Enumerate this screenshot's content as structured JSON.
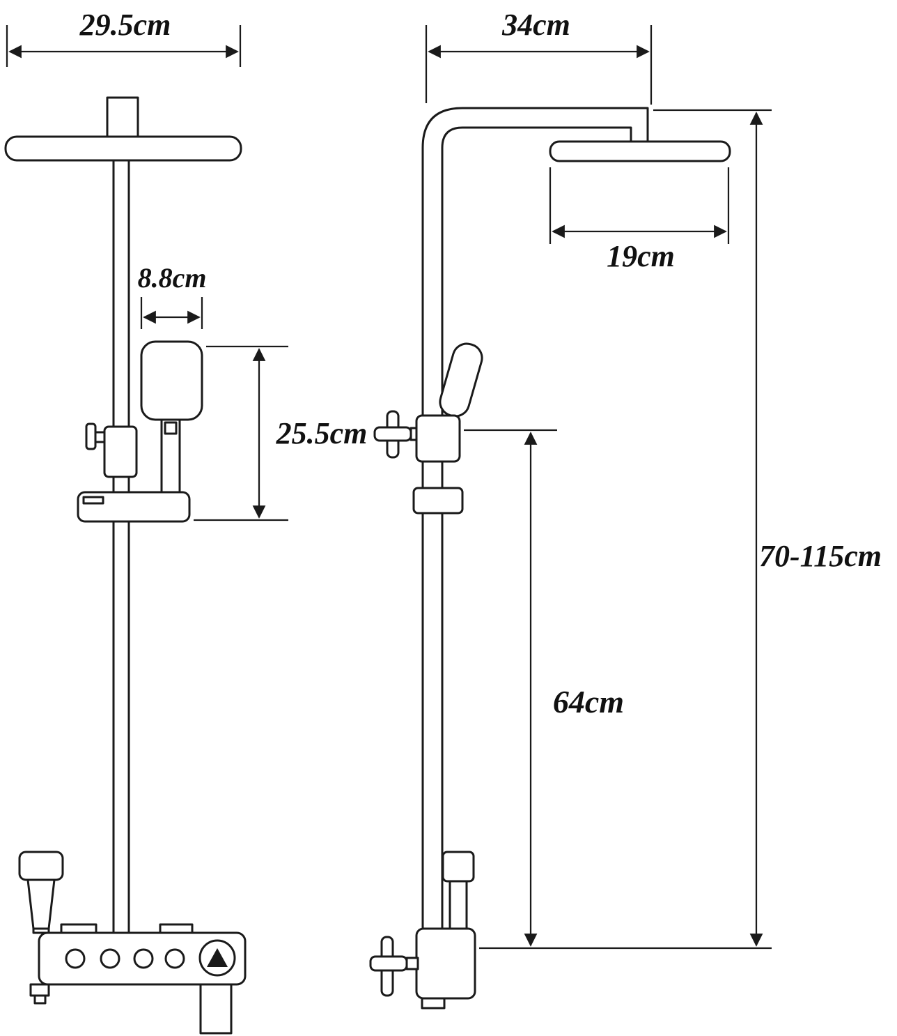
{
  "diagram": {
    "type": "technical-dimension-drawing",
    "ink_color": "#1a1a1a",
    "background_color": "#ffffff"
  },
  "dimensions": {
    "front_head_width": "29.5cm",
    "side_top_arm": "34cm",
    "hand_shower_width": "8.8cm",
    "head_depth": "19cm",
    "hand_unit_height": "25.5cm",
    "riser_height": "70-115cm",
    "lower_height": "64cm"
  }
}
